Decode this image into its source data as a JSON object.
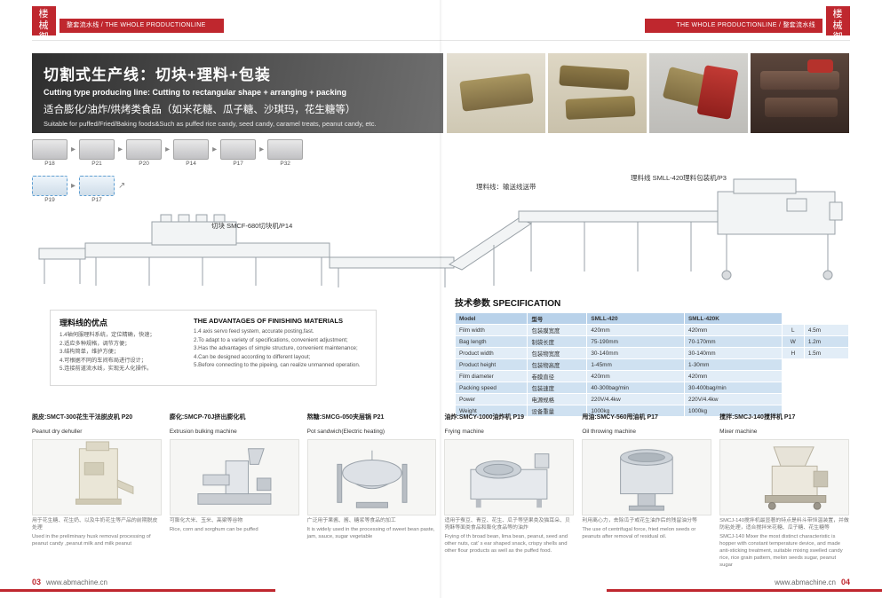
{
  "brand": {
    "stamp": "楼械御新"
  },
  "header": {
    "left_label": "整套流水线 / THE WHOLE PRODUCTIONLINE",
    "right_label": "THE WHOLE PRODUCTIONLINE / 整套流水线"
  },
  "title_block": {
    "cn_title": "切割式生产线：切块+理料+包装",
    "en_title": "Cutting type producing line:  Cutting to rectangular shape + arranging + packing",
    "cn_subtitle": "适合膨化/油炸/烘烤类食品（如米花糖、瓜子糖、沙琪玛，花生糖等）",
    "en_subtitle": "Suitable for puffed/Fried/Baking foods&Such as puffed rice candy, seed candy, caramel treats, peanut candy, etc."
  },
  "flow": {
    "row1": [
      "P18",
      "P21",
      "P20",
      "P14",
      "P17",
      "P32"
    ],
    "row2": [
      "P19",
      "P17"
    ]
  },
  "line_drawing": {
    "cutter_label": "切块 SMCF-680切块机/P14",
    "conveyor_label": "理料线：输送线送带",
    "packer_label": "理料线 SMLL-420理料包装机/P3"
  },
  "advantages_cn": {
    "heading": "理料线的优点",
    "items": [
      "1.4轴伺服理料系统，定位精确，快速；",
      "2.适应多种规格，调节方便；",
      "3.结构简单，维护方便；",
      "4.可根据不同的车间布局进行设计；",
      "5.连接前道流水线，实现无人化操作。"
    ]
  },
  "advantages_en": {
    "heading": "THE ADVANTAGES OF FINISHING MATERIALS",
    "items": [
      "1.4 axis servo feed system, accurate posting,fast.",
      "2.To adapt to a variety of specifications, convenient adjustment;",
      "3.Has the advantages of simple structure, convenient maintenance;",
      "4.Can be designed according to different layout;",
      "5.Before connecting to the pipeing, can realize unmanned operation."
    ]
  },
  "spec": {
    "heading": "技术参数 SPECIFICATION",
    "rows": [
      {
        "en": "Model",
        "cn": "型号",
        "a": "SMLL-420",
        "b": "SMLL-420K",
        "k": "",
        "v": ""
      },
      {
        "en": "Film width",
        "cn": "包装膜宽度",
        "a": "420mm",
        "b": "420mm",
        "k": "L",
        "v": "4.5m"
      },
      {
        "en": "Bag length",
        "cn": "制袋长度",
        "a": "75-190mm",
        "b": "70-170mm",
        "k": "W",
        "v": "1.2m"
      },
      {
        "en": "Product width",
        "cn": "包装物宽度",
        "a": "30-140mm",
        "b": "30-140mm",
        "k": "H",
        "v": "1.5m"
      },
      {
        "en": "Product height",
        "cn": "包装物高度",
        "a": "1-45mm",
        "b": "1-30mm",
        "k": "",
        "v": ""
      },
      {
        "en": "Film diameter",
        "cn": "卷膜直径",
        "a": "420mm",
        "b": "420mm",
        "k": "",
        "v": ""
      },
      {
        "en": "Packing speed",
        "cn": "包装速度",
        "a": "40-300bag/min",
        "b": "30-400bag/min",
        "k": "",
        "v": ""
      },
      {
        "en": "Power",
        "cn": "电源规格",
        "a": "220V/4.4kw",
        "b": "220V/4.4kw",
        "k": "",
        "v": ""
      },
      {
        "en": "Weight",
        "cn": "设备重量",
        "a": "1000kg",
        "b": "1000kg",
        "k": "",
        "v": ""
      }
    ]
  },
  "machines": [
    {
      "title_cn": "脱皮:SMCT-300花生干法脱皮机 P20",
      "title_en": "Peanut dry dehuller",
      "desc_cn": "用于花生糖、花生奶、以及牛奶花生等产品的前期脱皮处理",
      "desc_en": "Used in the preliminary husk removal processing of peanut candy ,peanut milk and milk peanut"
    },
    {
      "title_cn": "膨化:SMCP-70J挤出膨化机",
      "title_en": "Extrusion bulking machine",
      "desc_cn": "可膨化大米、玉米、高粱等谷物",
      "desc_en": "Rice, corn and sorghum can be puffed"
    },
    {
      "title_cn": "熬糖:SMCG-050夹层锅 P21",
      "title_en": "Pot sandwich(Electric heating)",
      "desc_cn": "广泛用于果酱、酱、糖浆等食品的加工",
      "desc_en": "It is widely used in the processing of sweet bean paste, jam, sauce, sugar vegetable"
    },
    {
      "title_cn": "油炸:SMCY-1000油炸机 P19",
      "title_en": "Frying machine",
      "desc_cn": "适用于蚕豆、青豆、花生、瓜子等坚果类及猫耳朵、贝壳酥等面类食品和膨化食品等的油炸",
      "desc_en": "Frying of th broad bean, lima bean, peanut, seed and other nuts, cat' s ear shaped snack, crispy shells and other flour products as well as the puffed food."
    },
    {
      "title_cn": "甩油:SMCY-560甩油机 P17",
      "title_en": "Oil throwing machine",
      "desc_cn": "利用离心力，去除瓜子或花生油炸后的残留油分等",
      "desc_en": "The use of centrifugal force, fried melon seeds or peanuts after removal of residual oil."
    },
    {
      "title_cn": "搅拌:SMCJ-140搅拌机 P17",
      "title_en": "Mixer machine",
      "desc_cn": "SMCJ-140搅拌机最显著的特点是料斗带恒温装置，并做防粘处理，适合搅拌米花糖、瓜子糖、花生糖等",
      "desc_en": "SMCJ-140 Mixer the most distinct characteristic is hopper with constant temperature device, and made anti-sticking treatment, suitable mixing swelled candy rice, rice grain pattern, melon seeds sugar, peanut sugar"
    }
  ],
  "footer": {
    "left_page": "03",
    "left_url": "www.abmachine.cn",
    "right_url": "www.abmachine.cn",
    "right_page": "04"
  }
}
